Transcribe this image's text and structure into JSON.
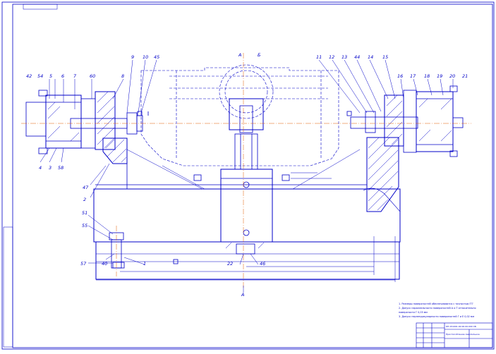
{
  "drawing": {
    "ink_color": "#0000c8",
    "axis_color": "#e05a00",
    "background": "#ffffff",
    "section_marks": {
      "top_left": "А",
      "top_right": "Б",
      "bottom": "А"
    },
    "position_numbers": {
      "p42": "42",
      "p54": "54",
      "p5": "5",
      "p6": "6",
      "p7": "7",
      "p60": "60",
      "p8": "8",
      "p9": "9",
      "p10": "10",
      "p45": "45",
      "p11": "11",
      "p12": "12",
      "p13": "13",
      "p44": "44",
      "p14": "14",
      "p15": "15",
      "p16": "16",
      "p17": "17",
      "p18": "18",
      "p19": "19",
      "p20": "20",
      "p21": "21",
      "p4": "4",
      "p3": "3",
      "p58": "58",
      "p47": "47",
      "p2": "2",
      "p51": "51",
      "p55": "55",
      "p57": "57",
      "p40": "40",
      "p1": "1",
      "p22": "22",
      "p46": "46"
    },
    "notes": {
      "line1": "1. Размеры поверхностей обеспечиваются с точностью IT7",
      "line2": "2. Допуск параллельности поверхностей А и Т относительно",
      "line3": "поверхности Г 0,03 мм",
      "line4": "3. Допуск перпендикулярности поверхностей Г и Е 0,02 мм"
    },
    "title_block": {
      "doc_code": "КП.151001.02.00.00.000 СБ",
      "name": "Приспособление сверлильное"
    }
  }
}
